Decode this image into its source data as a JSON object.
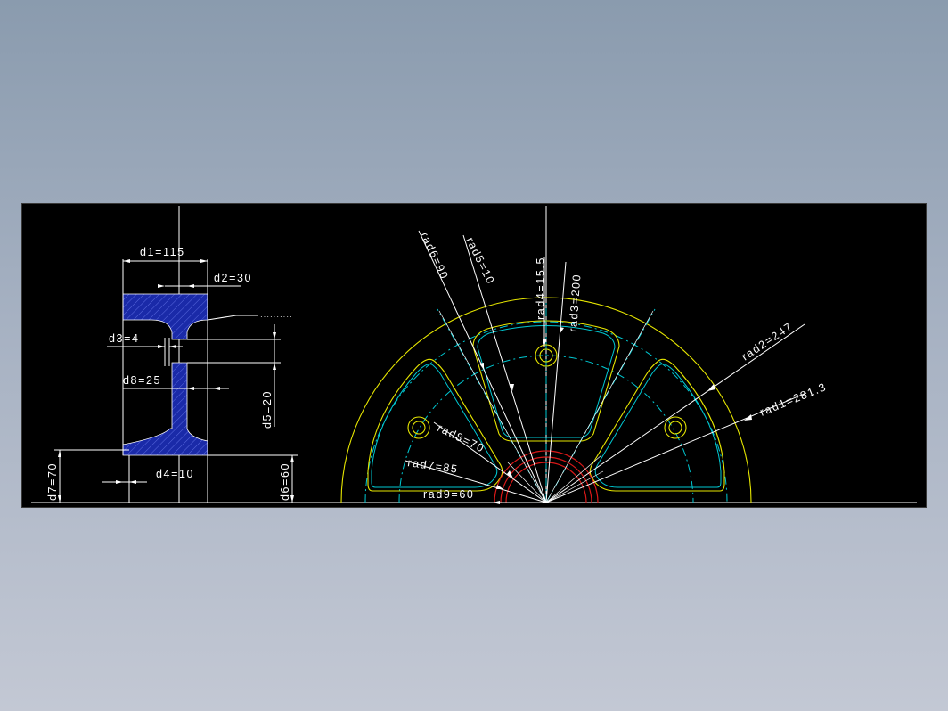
{
  "drawing": {
    "background_color": "#000000",
    "line_color": "#ffffff",
    "outline_color": "#e6e600",
    "center_line_color": "#00c8d2",
    "hub_color": "#d81818",
    "section_hatch_color": "#1a2aa8",
    "dimensions": {
      "d1": "d1=115",
      "d2": "d2=30",
      "d3": "d3=4",
      "d4": "d4=10",
      "d5": "d5=20",
      "d6": "d6=60",
      "d7": "d7=70",
      "d8": "d8=25",
      "rad1": "rad1=281.3",
      "rad2": "rad2=247",
      "rad3": "rad3=200",
      "rad4": "rad4=15.5",
      "rad5": "rad5=10",
      "rad6": "rad6=90",
      "rad7": "rad7=85",
      "rad8": "rad8=70",
      "rad9": "rad9=60"
    },
    "note_marker": "··········"
  }
}
